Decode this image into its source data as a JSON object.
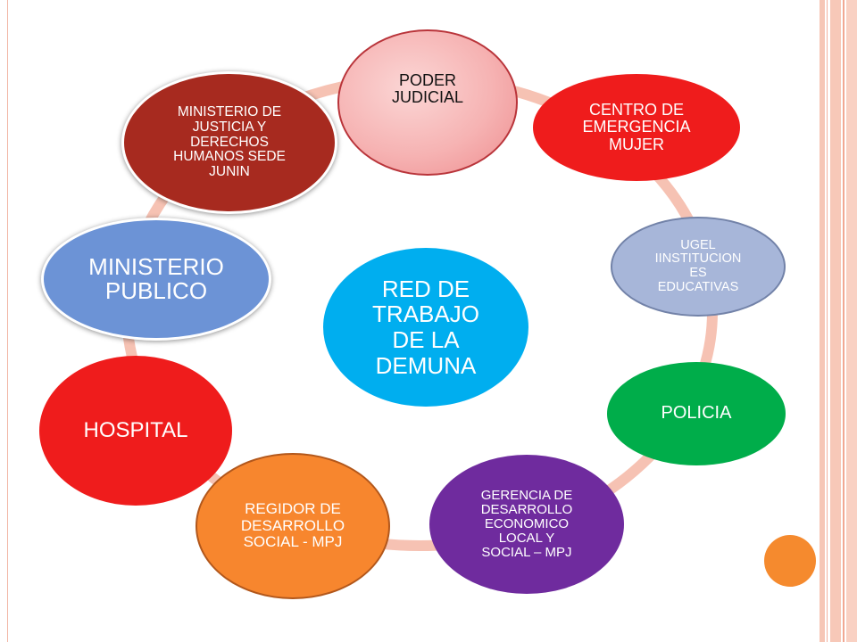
{
  "diagram": {
    "center": {
      "label": "RED DE\nTRABAJO\nDE LA\nDEMUNA",
      "color": "#00aeef"
    },
    "ring_color": "#f6c2b3",
    "nodes": [
      {
        "id": "poder",
        "label": "PODER\nJUDICIAL",
        "color": "#f6b3b3"
      },
      {
        "id": "centro",
        "label": "CENTRO DE\nEMERGENCIA\nMUJER",
        "color": "#ef1c1c"
      },
      {
        "id": "ugel",
        "label": "UGEL\nIINSTITUCION\nES\nEDUCATIVAS",
        "color": "#a7b6d9"
      },
      {
        "id": "policia",
        "label": "POLICIA",
        "color": "#00ad4a"
      },
      {
        "id": "gerencia",
        "label": "GERENCIA DE\nDESARROLLO\nECONOMICO\nLOCAL Y\nSOCIAL – MPJ",
        "color": "#6f2b9e"
      },
      {
        "id": "regidor",
        "label": "REGIDOR DE\nDESARROLLO\nSOCIAL - MPJ",
        "color": "#f7862e"
      },
      {
        "id": "hospital",
        "label": "HOSPITAL",
        "color": "#ef1c1c"
      },
      {
        "id": "mpublico",
        "label": "MINISTERIO\nPUBLICO",
        "color": "#6c93d6"
      },
      {
        "id": "mjus",
        "label": "MINISTERIO DE\nJUSTICIA Y\nDERECHOS\nHUMANOS SEDE\nJUNIN",
        "color": "#a72a1f"
      }
    ]
  },
  "decor": {
    "accent_dot_color": "#f58a2e",
    "frame_color": "#f2b7a6"
  }
}
